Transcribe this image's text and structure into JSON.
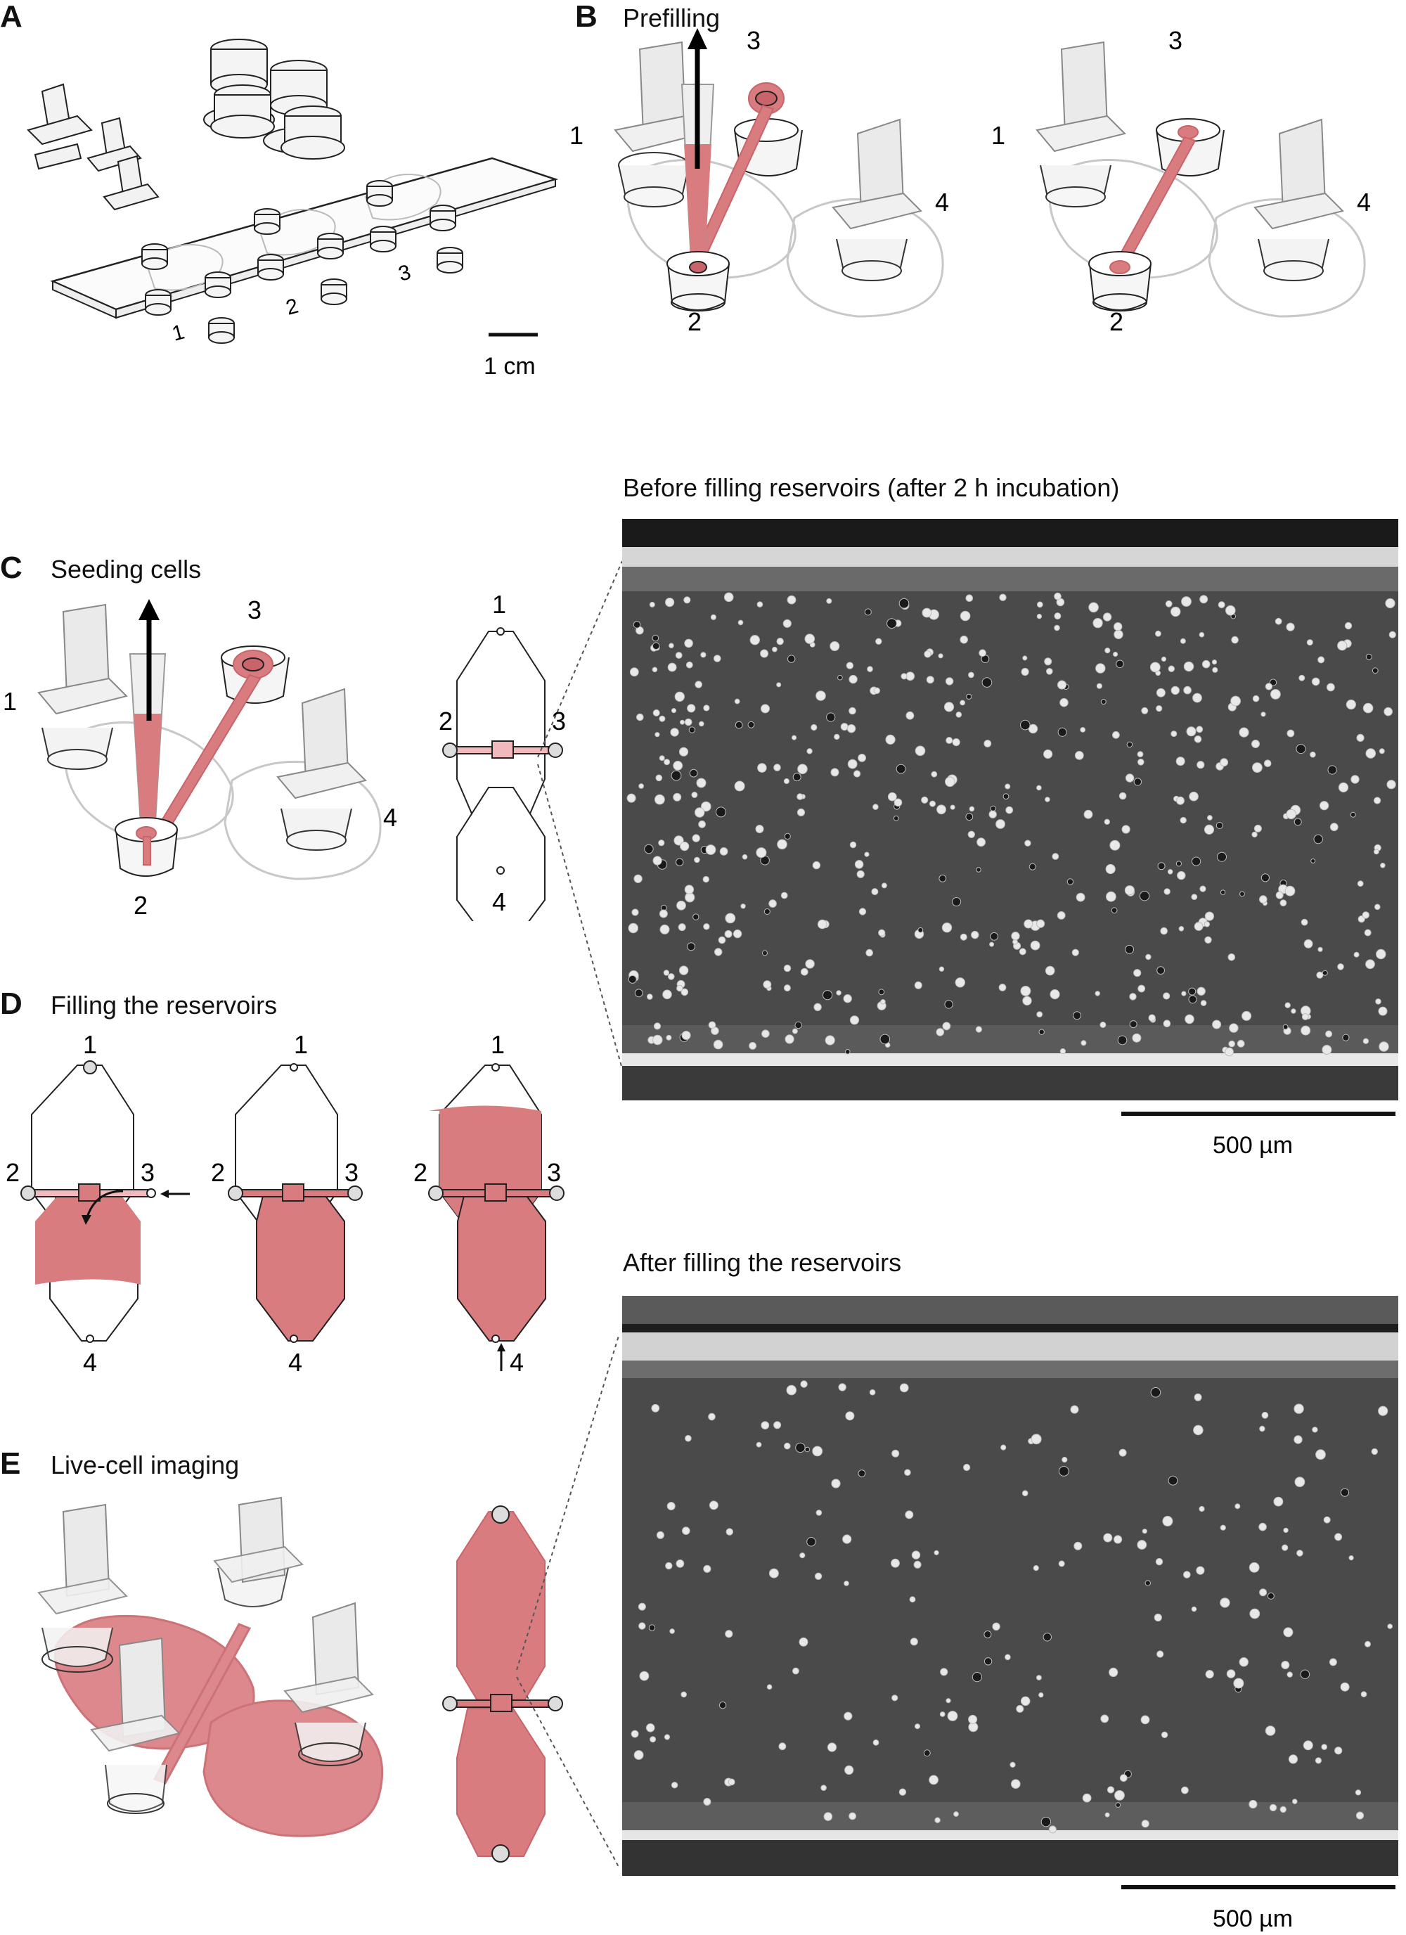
{
  "colors": {
    "fluid": "#d97c80",
    "fluid_dark": "#c8646a",
    "outline": "#111111",
    "light_outline": "#b8b8b8",
    "micrograph_bg": "#4a4a4a",
    "cell": "#e8e8e8"
  },
  "panels": {
    "A": {
      "label": "A",
      "chip_numbers": [
        "1",
        "2",
        "3"
      ],
      "scale_bar_label": "1 cm"
    },
    "B": {
      "label": "B",
      "title": "Prefilling",
      "ports": [
        "1",
        "2",
        "3",
        "4"
      ]
    },
    "C": {
      "label": "C",
      "title": "Seeding cells",
      "ports": [
        "1",
        "2",
        "3",
        "4"
      ]
    },
    "D": {
      "label": "D",
      "title": "Filling the reservoirs",
      "ports": [
        "1",
        "2",
        "3",
        "4"
      ]
    },
    "E": {
      "label": "E",
      "title": "Live-cell imaging"
    }
  },
  "micrographs": {
    "top": {
      "caption": "Before filling reservoirs (after 2 h incubation)",
      "scale_bar_label": "500 µm"
    },
    "bottom": {
      "caption": "After filling the reservoirs",
      "scale_bar_label": "500 µm"
    }
  }
}
